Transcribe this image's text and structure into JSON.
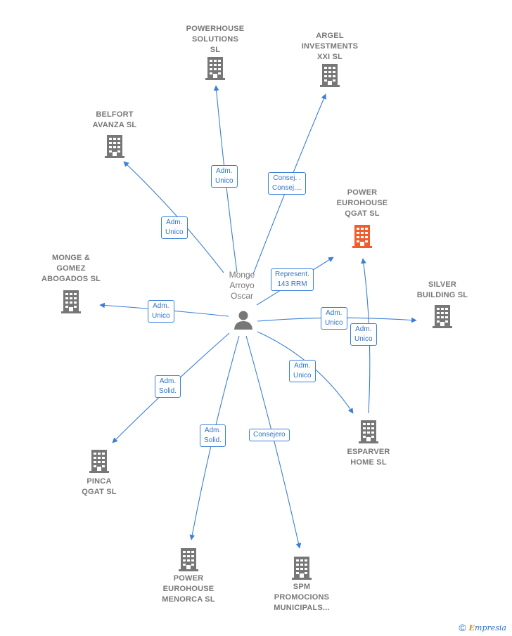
{
  "colors": {
    "edge": "#3a7fd5",
    "building": "#777777",
    "highlight_building": "#f25c2c",
    "label_text": "#2f74c7",
    "node_text": "#777777"
  },
  "center": {
    "name": "Monge\nArroyo\nOscar",
    "icon": "person-icon"
  },
  "companies": [
    {
      "id": "powerhouse",
      "name": "POWERHOUSE\nSOLUTIONS\nSL",
      "icon": "building-icon",
      "highlight": false
    },
    {
      "id": "argel",
      "name": "ARGEL\nINVESTMENTS\nXXI SL",
      "icon": "building-icon",
      "highlight": false
    },
    {
      "id": "belfort",
      "name": "BELFORT\nAVANZA  SL",
      "icon": "building-icon",
      "highlight": false
    },
    {
      "id": "power-qgat",
      "name": "POWER\nEUROHOUSE\nQGAT  SL",
      "icon": "building-icon",
      "highlight": true
    },
    {
      "id": "monge-gomez",
      "name": "MONGE &\nGOMEZ\nABOGADOS SL",
      "icon": "building-icon",
      "highlight": false
    },
    {
      "id": "silver",
      "name": "SILVER\nBUILDING SL",
      "icon": "building-icon",
      "highlight": false
    },
    {
      "id": "esparver",
      "name": "ESPARVER\nHOME  SL",
      "icon": "building-icon",
      "highlight": false
    },
    {
      "id": "pinca",
      "name": "PINCA\nQGAT  SL",
      "icon": "building-icon",
      "highlight": false
    },
    {
      "id": "power-menorca",
      "name": "POWER\nEUROHOUSE\nMENORCA  SL",
      "icon": "building-icon",
      "highlight": false
    },
    {
      "id": "spm",
      "name": "SPM\nPROMOCIONS\nMUNICIPALS...",
      "icon": "building-icon",
      "highlight": false
    }
  ],
  "relations": [
    {
      "to": "powerhouse",
      "label": "Adm.\nUnico"
    },
    {
      "to": "argel",
      "label": "Consej. .\nConsej...."
    },
    {
      "to": "belfort",
      "label": "Adm.\nUnico"
    },
    {
      "to": "power-qgat",
      "label": "Represent.\n143 RRM"
    },
    {
      "to": "monge-gomez",
      "label": "Adm.\nUnico"
    },
    {
      "to": "silver",
      "label": "Adm.\nUnico"
    },
    {
      "to": "esparver",
      "label": "Adm.\nUnico"
    },
    {
      "to": "pinca",
      "label": "Adm.\nSolid."
    },
    {
      "to": "power-menorca",
      "label": "Adm.\nSolid."
    },
    {
      "to": "spm",
      "label": "Consejero"
    },
    {
      "from": "esparver",
      "to": "power-qgat",
      "label": "Adm.\nUnico"
    }
  ],
  "footer": {
    "copyright_symbol": "©",
    "brand_initial": "E",
    "brand_rest": "mpresia"
  }
}
